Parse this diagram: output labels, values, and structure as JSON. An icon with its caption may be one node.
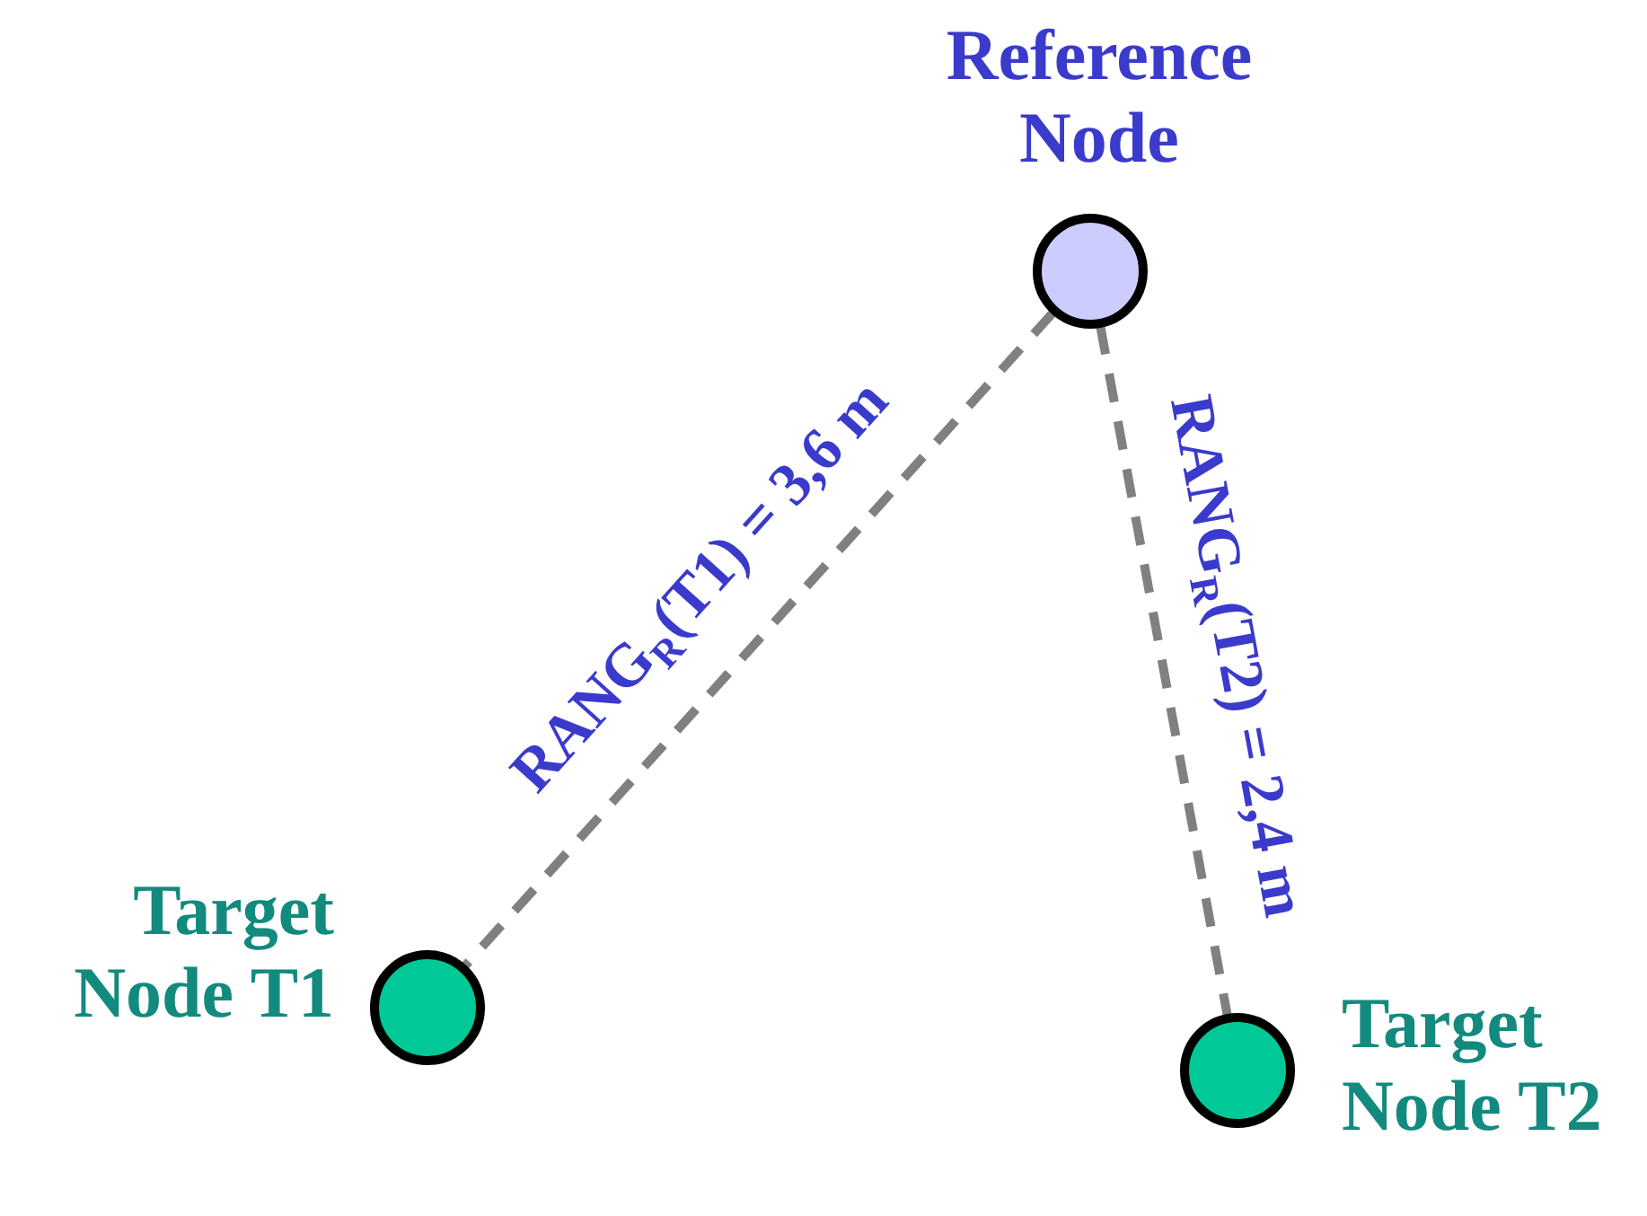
{
  "diagram": {
    "nodes": [
      {
        "text": [
          "Reference Node"
        ]
      },
      {
        "text": [
          "Target Node T1"
        ]
      },
      {
        "text": [
          "Target Node T2"
        ]
      }
    ],
    "edges": [
      {
        "from": 0,
        "to": 1,
        "arrow": "none",
        "style": "dashed",
        "label": "RANG$_{R}$(T1) = 3,6 m"
      },
      {
        "from": 0,
        "to": 2,
        "arrow": "none",
        "style": "dashed",
        "label": "RANG$_{R}$(T2) = 2,4 m"
      }
    ]
  }
}
